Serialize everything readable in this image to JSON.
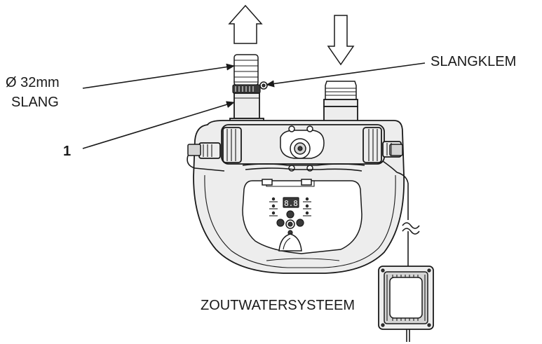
{
  "labels": {
    "hose_diameter": "Ø 32mm",
    "hose": "SLANG",
    "hose_clamp": "SLANGKLEM",
    "part_number": "1",
    "system": "ZOUTWATERSYSTEEM"
  },
  "display": {
    "readout": "8.8"
  },
  "icons": {
    "flow_out": "arrow-up-outline-icon",
    "flow_in": "arrow-down-outline-icon"
  },
  "colors": {
    "line": "#1a1a1a",
    "fill": "#ededed",
    "background": "#ffffff"
  }
}
